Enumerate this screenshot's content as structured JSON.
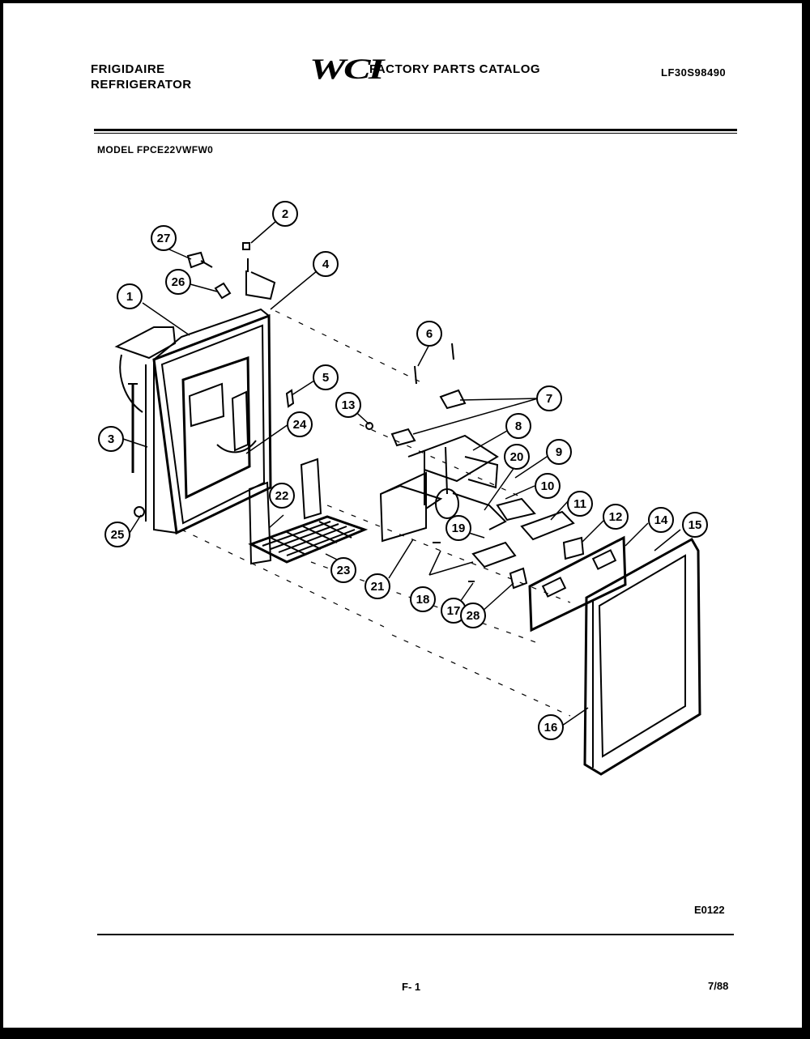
{
  "header": {
    "brand_line1": "FRIGIDAIRE",
    "brand_line2": "REFRIGERATOR",
    "logo": "WCI",
    "catalog_title": "FACTORY PARTS CATALOG",
    "catalog_number": "LF30S98490",
    "model": "MODEL FPCE22VWFW0"
  },
  "callouts": [
    "1",
    "2",
    "3",
    "4",
    "5",
    "6",
    "7",
    "8",
    "9",
    "10",
    "11",
    "12",
    "13",
    "14",
    "15",
    "16",
    "17",
    "18",
    "19",
    "20",
    "21",
    "22",
    "23",
    "24",
    "25",
    "26",
    "27"
  ],
  "footer": {
    "drawing_code": "E0122",
    "page": "F- 1",
    "date": "7/88"
  }
}
